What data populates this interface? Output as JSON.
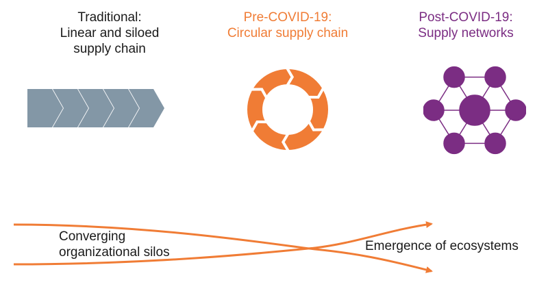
{
  "stages": [
    {
      "id": "traditional",
      "lines": [
        "Traditional:",
        "Linear and siloed",
        "supply chain"
      ],
      "color": "#1a1a1a",
      "icon": "chevron-arrows-icon",
      "icon_color": "#8397a6"
    },
    {
      "id": "pre-covid",
      "lines": [
        "Pre-COVID-19:",
        "Circular supply chain"
      ],
      "color": "#f07c35",
      "icon": "circular-cycle-icon",
      "icon_color": "#f07c35"
    },
    {
      "id": "post-covid",
      "lines": [
        "Post-COVID-19:",
        "Supply networks"
      ],
      "color": "#7b2d83",
      "icon": "network-hub-icon",
      "icon_color": "#7b2d83"
    }
  ],
  "bottom": {
    "left_label": [
      "Converging",
      "organizational silos"
    ],
    "right_label": "Emergence of ecosystems",
    "arrow_color": "#f07c35"
  }
}
